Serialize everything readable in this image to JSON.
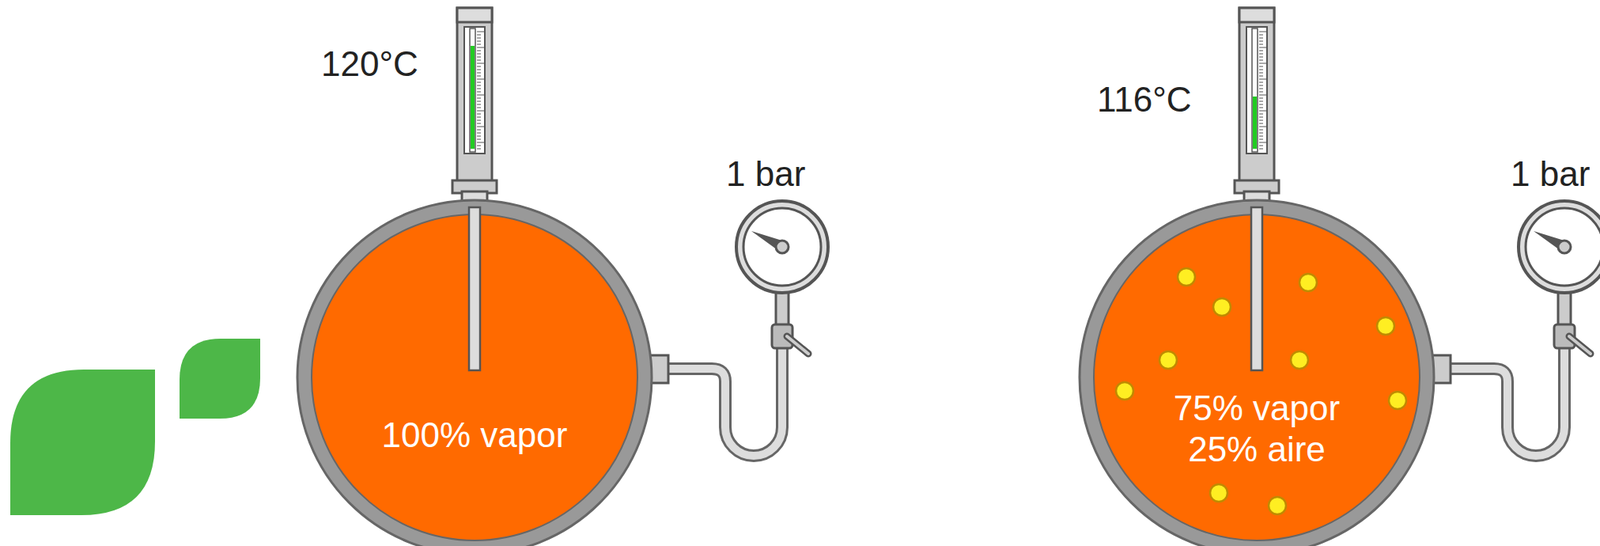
{
  "diagram": {
    "nodes": [
      {
        "text": [
          "100% vapor"
        ]
      },
      {
        "text": [
          "75% vapor",
          "25% aire"
        ]
      }
    ],
    "labels": [
      "120°C",
      "1 bar",
      "116°C",
      "1 bar"
    ]
  }
}
